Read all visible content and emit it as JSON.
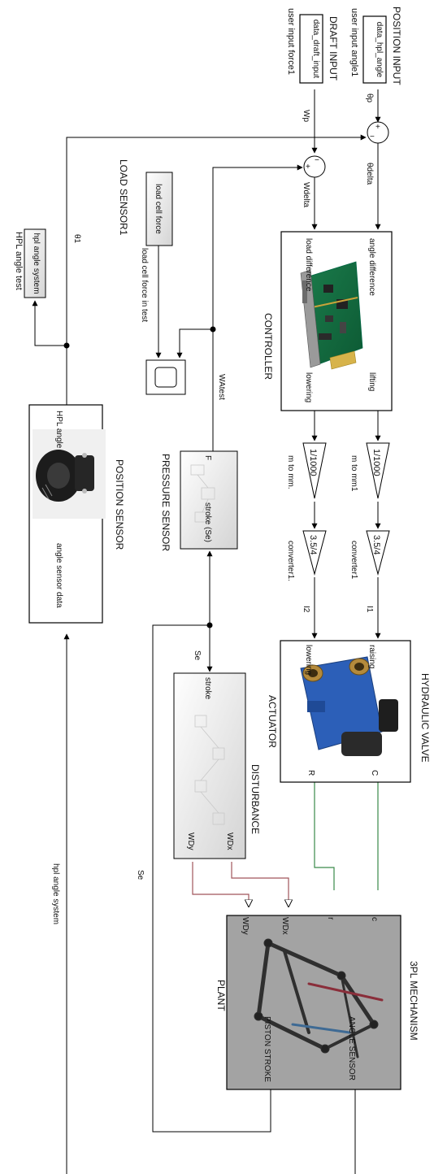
{
  "diagram": {
    "position_input": {
      "title": "POSITION INPUT",
      "block_text": "data_hpl_angle",
      "sublabel": "user input angle1",
      "signal": "θp"
    },
    "draft_input": {
      "title": "DRAFT INPUT",
      "block_text": "data_draft_input",
      "sublabel": "user input force1",
      "signal": "Wp"
    },
    "sum1": {
      "plus": "+",
      "minus": "−",
      "output": "θdelta"
    },
    "sum2": {
      "plus": "+",
      "minus": "−",
      "output": "Wdelta"
    },
    "load_sensor": {
      "title": "LOAD SENSOR1",
      "block_text": "load cell force",
      "sublabel": "load cell force in test"
    },
    "theta1": "θ1",
    "hpl_test": {
      "block_text": "hpl angle system",
      "sublabel": "HPL angle test"
    },
    "controller": {
      "title": "CONTROLLER",
      "in1": "angle difference",
      "in2": "load difference",
      "out1": "lifting",
      "out2": "lowering"
    },
    "gain1": {
      "value": "1/1000",
      "label": "m to mm1"
    },
    "gain2": {
      "value": "1/1000",
      "label": "m to mm."
    },
    "conv1": {
      "value": "3.5/4",
      "label": "converter1"
    },
    "conv2": {
      "value": "3.5/4",
      "label": "converter1."
    },
    "i1": "I1",
    "i2": "I2",
    "wa_test": "WAtest",
    "pressure_sensor": {
      "title": "PRESSURE SENSOR",
      "port_in": "F",
      "port_out": "stroke (Se)"
    },
    "position_sensor": {
      "title": "POSITION SENSOR",
      "port_in": "HPL angle",
      "port_out": "angle sensor data"
    },
    "hydraulic_valve": {
      "title": "HYDRAULIC VALVE",
      "subtitle": "ACTUATOR",
      "in1": "raising",
      "in2": "lowering",
      "out1": "C",
      "out2": "R"
    },
    "se1": "Se",
    "se2": "Se",
    "disturbance": {
      "title": "DISTURBANCE",
      "in": "stroke",
      "out1": "WDx",
      "out2": "WDy"
    },
    "plant": {
      "title": "3PL MECHANISM",
      "subtitle": "PLANT",
      "in_c": "c",
      "in_r": "r",
      "in_wdx": "WDx",
      "in_wdy": "WDy",
      "out1": "ANGLE SENSOR",
      "out2": "PISTON STROKE"
    },
    "hpl_angle_system": "hpl angle system"
  }
}
